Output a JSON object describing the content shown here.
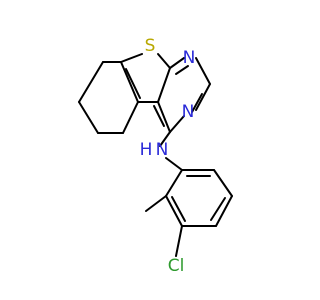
{
  "molecule": {
    "atoms": [
      {
        "id": "S1",
        "label": "S",
        "color": "#b8a800"
      },
      {
        "id": "N1",
        "label": "N",
        "color": "#2a2ad8"
      },
      {
        "id": "N2",
        "label": "N",
        "color": "#2a2ad8"
      },
      {
        "id": "NH",
        "label": "N",
        "color": "#2a2ad8"
      },
      {
        "id": "H",
        "label": "H",
        "color": "#2a2ad8"
      },
      {
        "id": "Cl",
        "label": "Cl",
        "color": "#2e9a2e"
      }
    ],
    "bond_color": "#000000"
  }
}
